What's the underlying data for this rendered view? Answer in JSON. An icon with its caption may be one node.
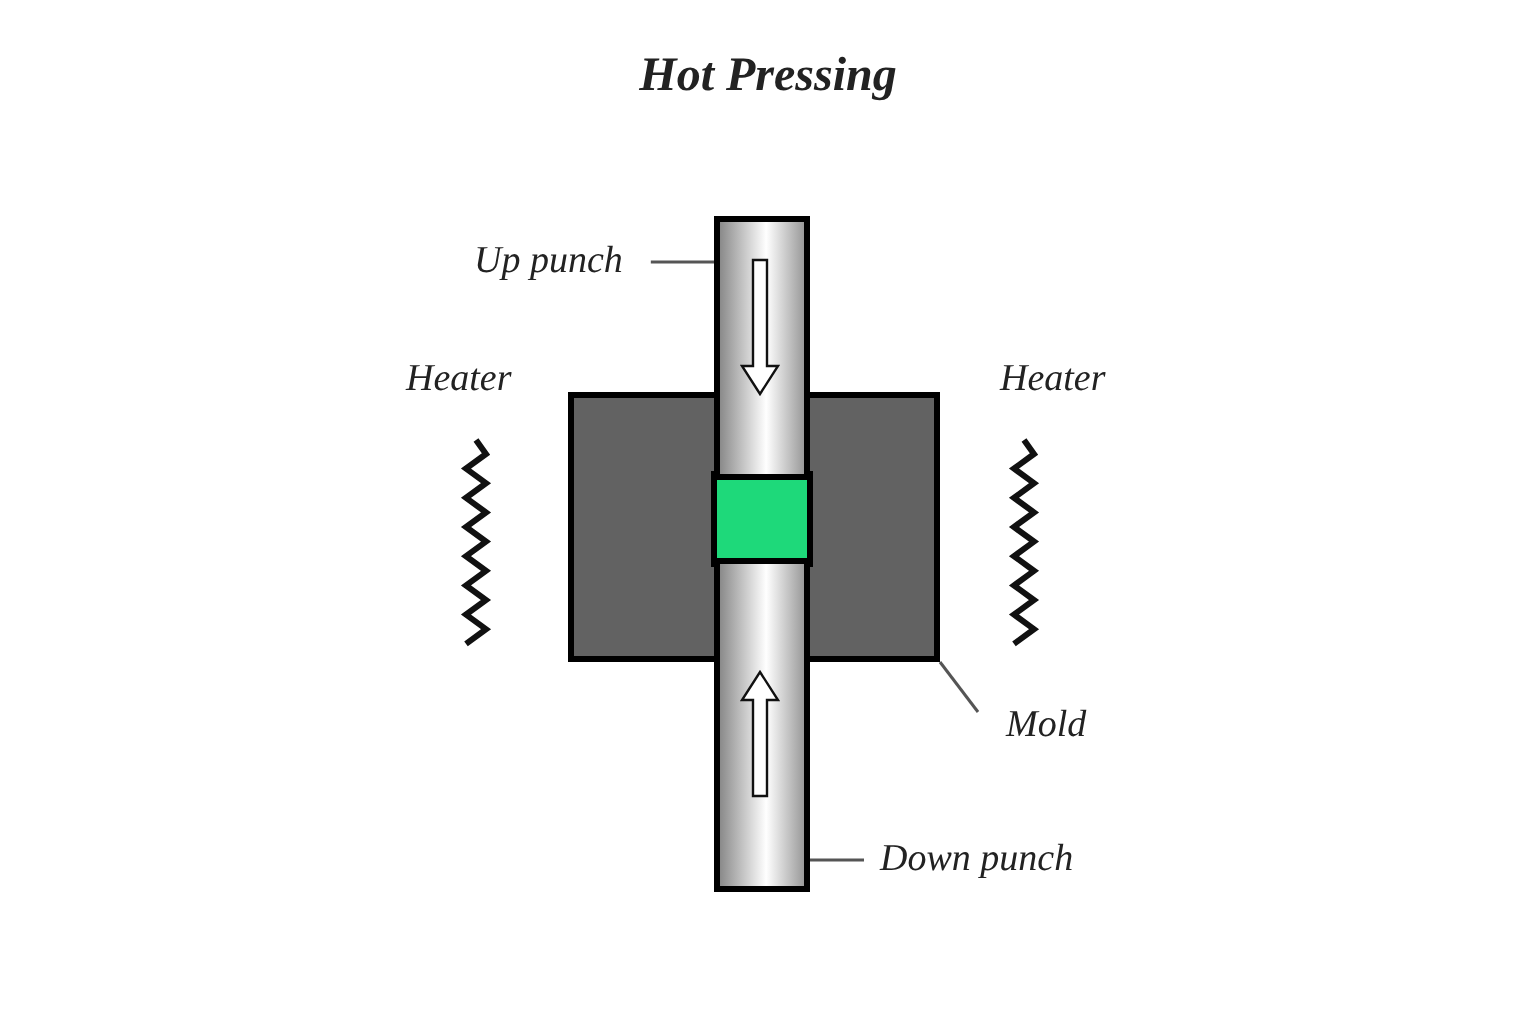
{
  "diagram": {
    "title": "Hot Pressing",
    "nodes": [
      {
        "text": [
          "Up punch"
        ]
      },
      {
        "text": [],
        "shape": "bar"
      },
      {
        "text": [
          "Mold"
        ]
      },
      {
        "text": [],
        "shape": "box"
      },
      {
        "text": [
          "Down punch"
        ]
      },
      {
        "text": [],
        "shape": "bar"
      }
    ],
    "edges": [
      {
        "from": 0,
        "to": 1,
        "arrow": "none"
      },
      {
        "from": 2,
        "to": 3,
        "arrow": "none"
      },
      {
        "from": 4,
        "to": 5,
        "arrow": "none"
      }
    ],
    "labels": [
      "Heater",
      "Heater"
    ]
  }
}
